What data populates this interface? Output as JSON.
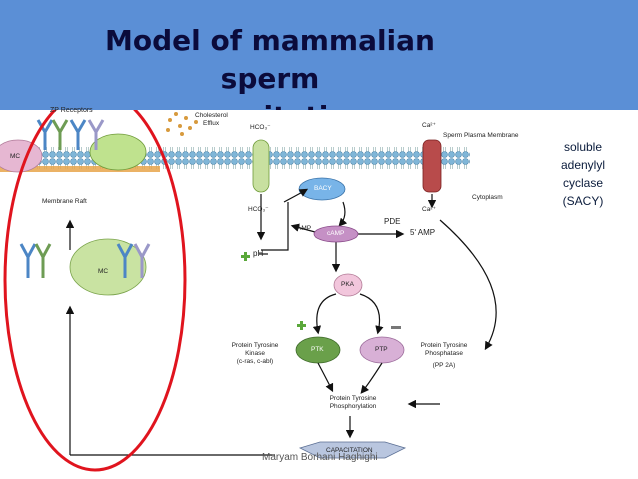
{
  "slide": {
    "title_line1": "Model of mammalian sperm",
    "title_line2": "capacitation",
    "side_note": [
      "soluble",
      "adenylyl",
      "cyclase",
      "(SACY)"
    ],
    "watermark": "Maryam Borhani Haghighi"
  },
  "diagram": {
    "zp_receptors": "ZP Receptors",
    "cholesterol_efflux_1": "Cholesterol",
    "cholesterol_efflux_2": "Efflux",
    "hco3_top": "HCO₃⁻",
    "ca_top": "Ca²⁺",
    "sperm_plasma_membrane": "Sperm Plasma Membrane",
    "mc_top": "MC",
    "membrane_raft": "Membrane Raft",
    "bacy": "BACY",
    "hco3_bottom": "HCO₃⁻",
    "ca_bottom": "Ca²⁺",
    "cytoplasm": "Cytoplasm",
    "amp": "AMP",
    "camp": "cAMP",
    "pde": "PDE",
    "five_amp": "5ʹ AMP",
    "ph": "pH",
    "mc_bottom": "MC",
    "pka": "PKA",
    "ptk": "PTK",
    "ptp": "PTP",
    "ptk_label_1": "Protein Tyrosine",
    "ptk_label_2": "Kinase",
    "ptk_label_3": "(c-ras, c-abl)",
    "ptp_label_1": "Protein Tyrosine",
    "ptp_label_2": "Phosphatase",
    "ptp_label_3": "(PP 2A)",
    "phos_1": "Protein Tyrosine",
    "phos_2": "Phosphorylation",
    "capacitation": "CAPACITATION",
    "plus": "+",
    "minus": "−"
  },
  "colors": {
    "background": "#5b8fd6",
    "title": "#0b0b3b",
    "highlight_ellipse": "#e0141e"
  }
}
